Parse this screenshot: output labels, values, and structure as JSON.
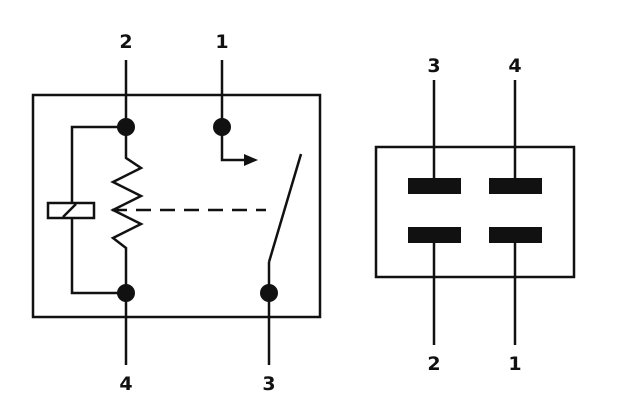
{
  "schematic": {
    "pins": {
      "top_left": "2",
      "top_right": "1",
      "bottom_left": "4",
      "bottom_right": "3"
    }
  },
  "footprint": {
    "pins": {
      "top_left": "3",
      "top_right": "4",
      "bottom_left": "2",
      "bottom_right": "1"
    }
  },
  "colors": {
    "ink": "#111111",
    "background": "#ffffff"
  }
}
